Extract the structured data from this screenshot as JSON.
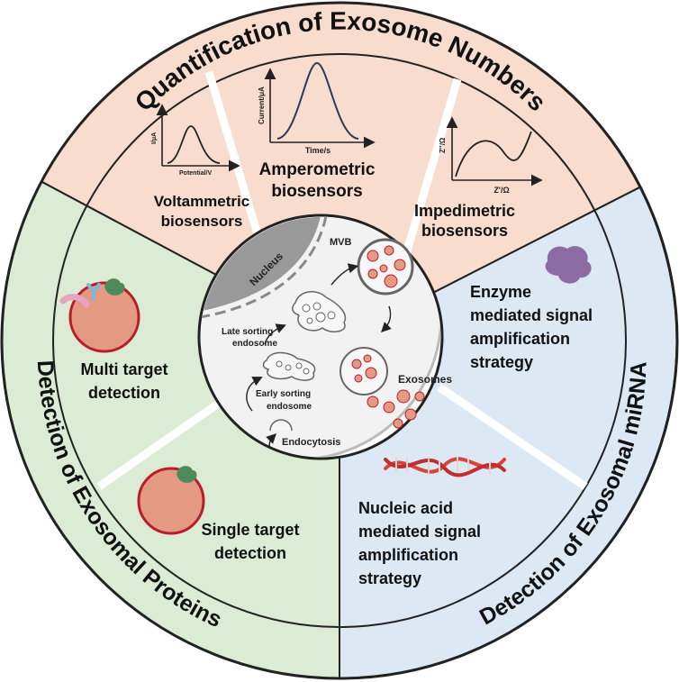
{
  "ring_titles": {
    "top": "Quantification of Exosome Numbers",
    "left": "Detection of Exosomal Proteins",
    "right": "Detection of Exosomal miRNA"
  },
  "top_sector": {
    "voltammetric": {
      "label_line1": "Voltammetric",
      "label_line2": "biosensors",
      "xlabel": "Potential/V",
      "ylabel": "I/μA"
    },
    "amperometric": {
      "label_line1": "Amperometric",
      "label_line2": "biosensors",
      "xlabel": "Time/s",
      "ylabel": "Current/μA"
    },
    "impedimetric": {
      "label_line1": "Impedimetric",
      "label_line2": "biosensors",
      "xlabel": "Z'/Ω",
      "ylabel": "Z''/Ω"
    }
  },
  "left_sector": {
    "multi": {
      "line1": "Multi target",
      "line2": "detection"
    },
    "single": {
      "line1": "Single target",
      "line2": "detection"
    }
  },
  "right_sector": {
    "enzyme": {
      "line1": "Enzyme",
      "line2": "mediated signal",
      "line3": "amplification",
      "line4": "strategy"
    },
    "nucleic": {
      "line1": "Nucleic acid",
      "line2": "mediated signal",
      "line3": "amplification",
      "line4": "strategy"
    }
  },
  "center": {
    "nucleus": "Nucleus",
    "mvb": "MVB",
    "late_line1": "Late sorting",
    "late_line2": "endosome",
    "early_line1": "Early sorting",
    "early_line2": "endosome",
    "exosomes": "Exosomes",
    "endocytosis": "Endocytosis"
  },
  "colors": {
    "top_sector": "#f8dccd",
    "left_sector": "#dcebd3",
    "right_sector": "#dce8f4",
    "exosome": "#e49a82",
    "exosome_rim": "#b81e2a",
    "protein_green": "#4f8a5a",
    "enzyme_purple": "#8c6aa3",
    "dna_red": "#d9433a"
  }
}
